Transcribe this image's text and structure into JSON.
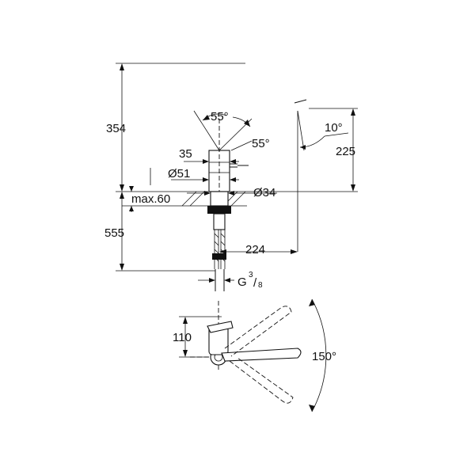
{
  "labels": {
    "h354": "354",
    "h555": "555",
    "h225": "225",
    "w224": "224",
    "w35": "35",
    "d51": "Ø51",
    "d34": "Ø34",
    "max60": "max.60",
    "ang55a": "55°",
    "ang55b": "55°",
    "ang10": "10°",
    "thread_g": "G",
    "thread_num": "3",
    "thread_slash": "/",
    "thread_den": "8",
    "h110": "110",
    "ang150": "150°"
  },
  "colors": {
    "line": "#111111",
    "background": "#ffffff"
  }
}
